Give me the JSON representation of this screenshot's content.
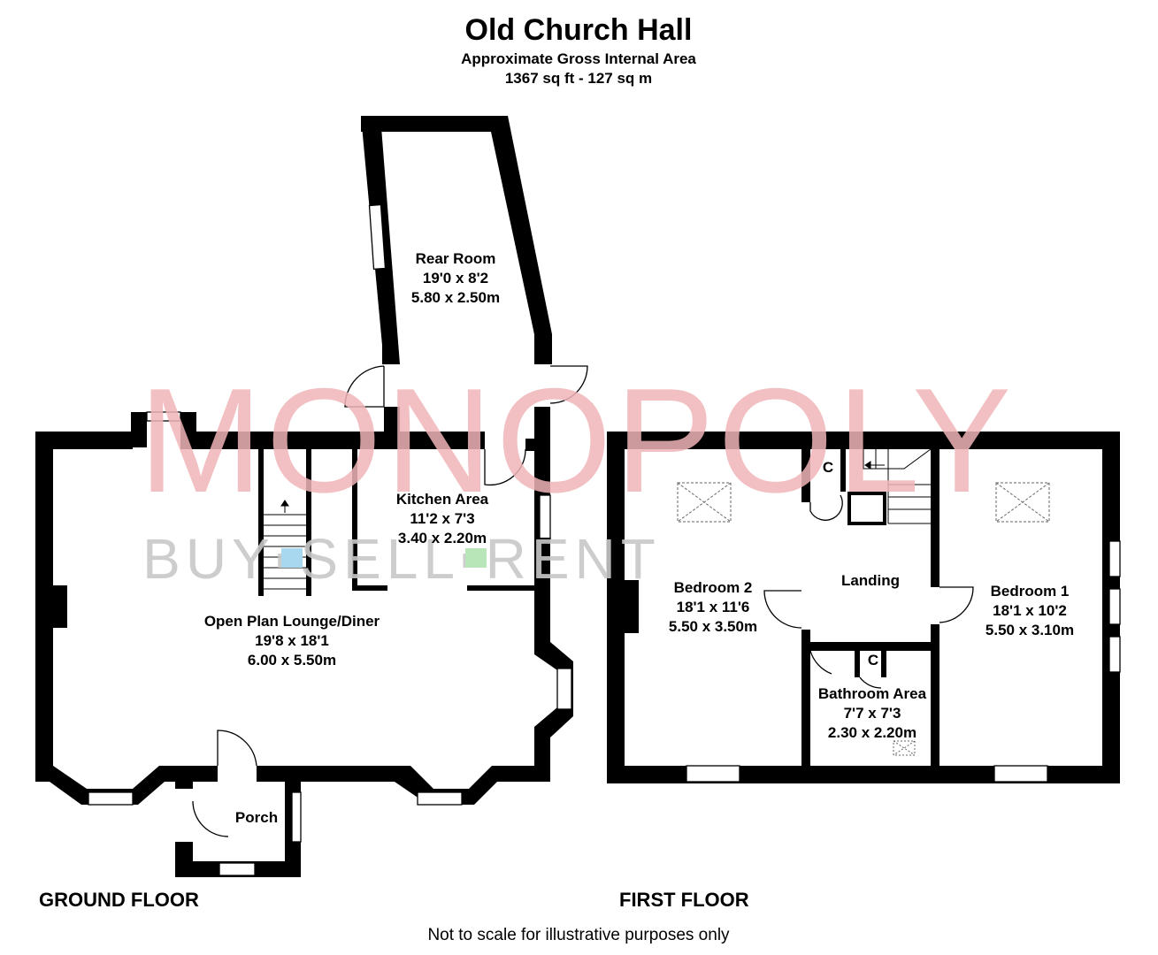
{
  "header": {
    "title": "Old Church Hall",
    "subtitle": "Approximate Gross Internal Area",
    "area": "1367 sq ft - 127 sq m"
  },
  "watermark": {
    "brand": "MONOPOLY",
    "tagline": "BUY▪SELL▪RENT",
    "brand_color": "#f0b4b8",
    "tagline_color": "#c8c8c8",
    "dot_colors": [
      "#a8d8f0",
      "#b8e6b8"
    ]
  },
  "ground_floor": {
    "label": "GROUND FLOOR",
    "rooms": {
      "rear_room": {
        "name": "Rear Room",
        "imperial": "19'0 x 8'2",
        "metric": "5.80 x 2.50m"
      },
      "kitchen": {
        "name": "Kitchen Area",
        "imperial": "11'2 x 7'3",
        "metric": "3.40 x 2.20m"
      },
      "lounge": {
        "name": "Open Plan Lounge/Diner",
        "imperial": "19'8 x 18'1",
        "metric": "6.00 x 5.50m"
      },
      "porch": {
        "name": "Porch"
      }
    }
  },
  "first_floor": {
    "label": "FIRST FLOOR",
    "rooms": {
      "bedroom2": {
        "name": "Bedroom 2",
        "imperial": "18'1 x 11'6",
        "metric": "5.50 x 3.50m"
      },
      "landing": {
        "name": "Landing"
      },
      "bedroom1": {
        "name": "Bedroom 1",
        "imperial": "18'1 x 10'2",
        "metric": "5.50 x 3.10m"
      },
      "bathroom": {
        "name": "Bathroom Area",
        "imperial": "7'7 x 7'3",
        "metric": "2.30 x 2.20m"
      },
      "cupboard_label": "C"
    }
  },
  "footer": {
    "note": "Not to scale for illustrative purposes only"
  }
}
